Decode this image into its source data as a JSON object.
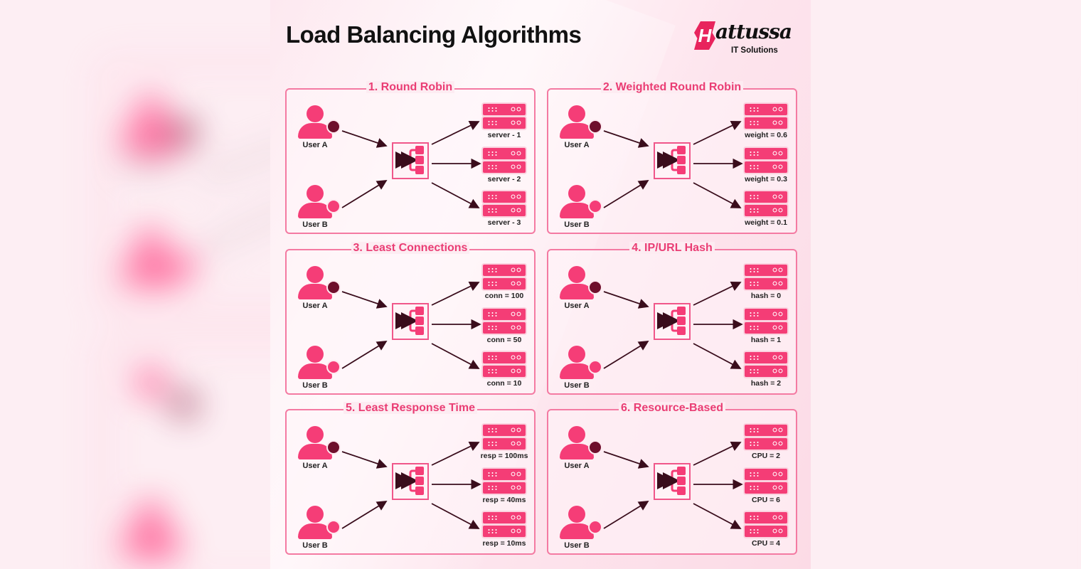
{
  "header": {
    "title": "Load Balancing Algorithms",
    "logo": {
      "mark": "H",
      "wordmark": "attussa",
      "subtitle": "IT Solutions"
    }
  },
  "colors": {
    "accent": "#ea3d74",
    "icon_fill": "#f53d77",
    "panel_border": "#f47aa2",
    "dark_badge": "#6e0f2c",
    "arrow": "#3a0d1c",
    "background": "#fde6ee"
  },
  "panels": [
    {
      "title": "1. Round Robin",
      "users": [
        {
          "label": "User A",
          "badge": "dark"
        },
        {
          "label": "User B",
          "badge": "pink"
        }
      ],
      "servers": [
        {
          "label": "server - 1"
        },
        {
          "label": "server - 2"
        },
        {
          "label": "server - 3"
        }
      ]
    },
    {
      "title": "2. Weighted Round Robin",
      "users": [
        {
          "label": "User A",
          "badge": "dark"
        },
        {
          "label": "User B",
          "badge": "pink"
        }
      ],
      "servers": [
        {
          "label": "weight = 0.6"
        },
        {
          "label": "weight = 0.3"
        },
        {
          "label": "weight = 0.1"
        }
      ]
    },
    {
      "title": "3. Least Connections",
      "users": [
        {
          "label": "User A",
          "badge": "dark"
        },
        {
          "label": "User B",
          "badge": "pink"
        }
      ],
      "servers": [
        {
          "label": "conn = 100"
        },
        {
          "label": "conn = 50"
        },
        {
          "label": "conn = 10"
        }
      ]
    },
    {
      "title": "4. IP/URL Hash",
      "users": [
        {
          "label": "User A",
          "badge": "dark"
        },
        {
          "label": "User B",
          "badge": "pink"
        }
      ],
      "servers": [
        {
          "label": "hash = 0"
        },
        {
          "label": "hash = 1"
        },
        {
          "label": "hash = 2"
        }
      ]
    },
    {
      "title": "5. Least Response Time",
      "users": [
        {
          "label": "User A",
          "badge": "dark"
        },
        {
          "label": "User B",
          "badge": "pink"
        }
      ],
      "servers": [
        {
          "label": "resp = 100ms"
        },
        {
          "label": "resp = 40ms"
        },
        {
          "label": "resp = 10ms"
        }
      ]
    },
    {
      "title": "6. Resource-Based",
      "users": [
        {
          "label": "User A",
          "badge": "dark"
        },
        {
          "label": "User B",
          "badge": "pink"
        }
      ],
      "servers": [
        {
          "label": "CPU = 2"
        },
        {
          "label": "CPU = 6"
        },
        {
          "label": "CPU = 4"
        }
      ]
    }
  ],
  "icons": {
    "user": "user-icon",
    "load_balancer": "load-balancer-icon",
    "server": "server-rack-icon",
    "arrow": "arrow-right-icon"
  }
}
